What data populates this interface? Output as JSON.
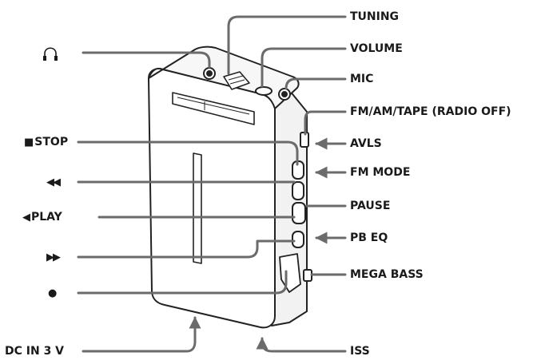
{
  "labels": {
    "headphones_icon": "headphones-icon",
    "tuning": "TUNING",
    "volume": "VOLUME",
    "mic": "MIC",
    "fm_am_tape": "FM/AM/TAPE (RADIO OFF)",
    "avls": "AVLS",
    "fm_mode": "FM MODE",
    "pause": "PAUSE",
    "pb_eq": "PB EQ",
    "mega_bass": "MEGA BASS",
    "iss": "ISS",
    "stop": "STOP",
    "stop_symbol": "■",
    "rewind_symbol": "◀◀",
    "play": "PLAY",
    "play_symbol": "◀",
    "fast_forward_symbol": "▶▶",
    "record_symbol": "●",
    "dc_in": "DC IN 3 V"
  },
  "colors": {
    "leader_line": "#6b6b6b",
    "body_outline": "#222222",
    "body_fill": "#ffffff",
    "text": "#1a1a1a"
  }
}
